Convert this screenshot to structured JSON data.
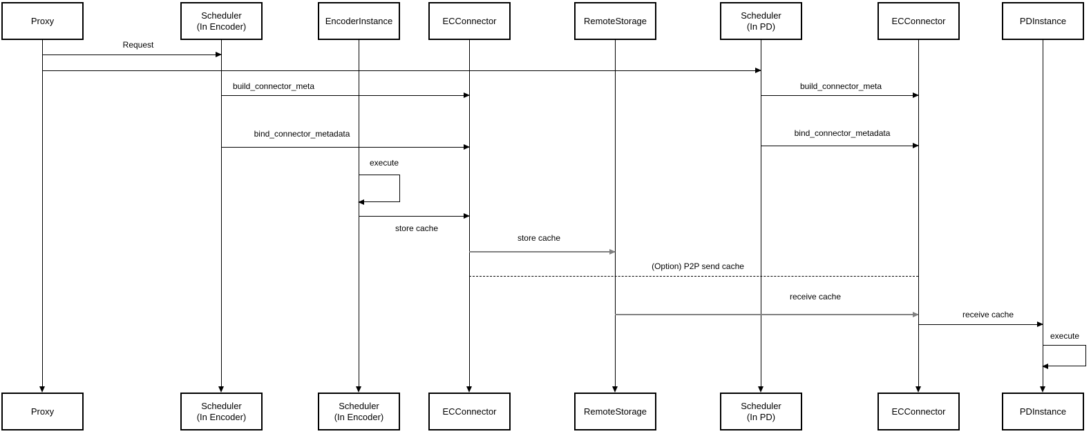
{
  "colors": {
    "background": "#ffffff",
    "box_fill": "#ffffff",
    "box_border": "#000000",
    "line": "#000000",
    "line_gray": "#808080"
  },
  "actors": [
    {
      "name": "Proxy",
      "top_label": "Proxy",
      "bottom_label": "Proxy"
    },
    {
      "name": "Scheduler (In Encoder)",
      "top_label": "Scheduler\n(In Encoder)",
      "bottom_label": "Scheduler\n(In Encoder)"
    },
    {
      "name": "EncoderInstance",
      "top_label": "EncoderInstance",
      "bottom_label": "Scheduler\n(In Encoder)"
    },
    {
      "name": "ECConnector",
      "top_label": "ECConnector",
      "bottom_label": "ECConnector"
    },
    {
      "name": "RemoteStorage",
      "top_label": "RemoteStorage",
      "bottom_label": "RemoteStorage"
    },
    {
      "name": "Scheduler (In PD)",
      "top_label": "Scheduler\n(In PD)",
      "bottom_label": "Scheduler\n(In PD)"
    },
    {
      "name": "ECConnector (PD side)",
      "top_label": "ECConnector",
      "bottom_label": "ECConnector"
    },
    {
      "name": "PDInstance",
      "top_label": "PDInstance",
      "bottom_label": "PDInstance"
    }
  ],
  "messages": [
    {
      "label": "Request",
      "from": "Proxy",
      "to": "Scheduler (In Encoder)",
      "style": "solid"
    },
    {
      "label": "",
      "from": "Proxy",
      "to": "Scheduler (In PD)",
      "style": "solid"
    },
    {
      "label": "build_connector_meta",
      "from": "Scheduler (In Encoder)",
      "to": "ECConnector",
      "style": "solid"
    },
    {
      "label": "build_connector_meta",
      "from": "Scheduler (In PD)",
      "to": "ECConnector (PD side)",
      "style": "solid"
    },
    {
      "label": "bind_connector_metadata",
      "from": "Scheduler (In Encoder)",
      "to": "ECConnector",
      "style": "solid"
    },
    {
      "label": "bind_connector_metadata",
      "from": "Scheduler (In PD)",
      "to": "ECConnector (PD side)",
      "style": "solid"
    },
    {
      "label": "execute",
      "from": "EncoderInstance",
      "to": "EncoderInstance",
      "style": "self"
    },
    {
      "label": "store cache",
      "from": "EncoderInstance",
      "to": "ECConnector",
      "style": "solid",
      "label_position": "below"
    },
    {
      "label": "store cache",
      "from": "ECConnector",
      "to": "RemoteStorage",
      "style": "solid"
    },
    {
      "label": "(Option) P2P send cache",
      "from": "ECConnector",
      "to": "ECConnector (PD side)",
      "style": "dashed",
      "arrowhead": false
    },
    {
      "label": "receive cache",
      "from": "RemoteStorage",
      "to": "ECConnector (PD side)",
      "style": "solid"
    },
    {
      "label": "receive cache",
      "from": "ECConnector (PD side)",
      "to": "PDInstance",
      "style": "solid"
    },
    {
      "label": "execute",
      "from": "PDInstance",
      "to": "PDInstance",
      "style": "self"
    }
  ]
}
